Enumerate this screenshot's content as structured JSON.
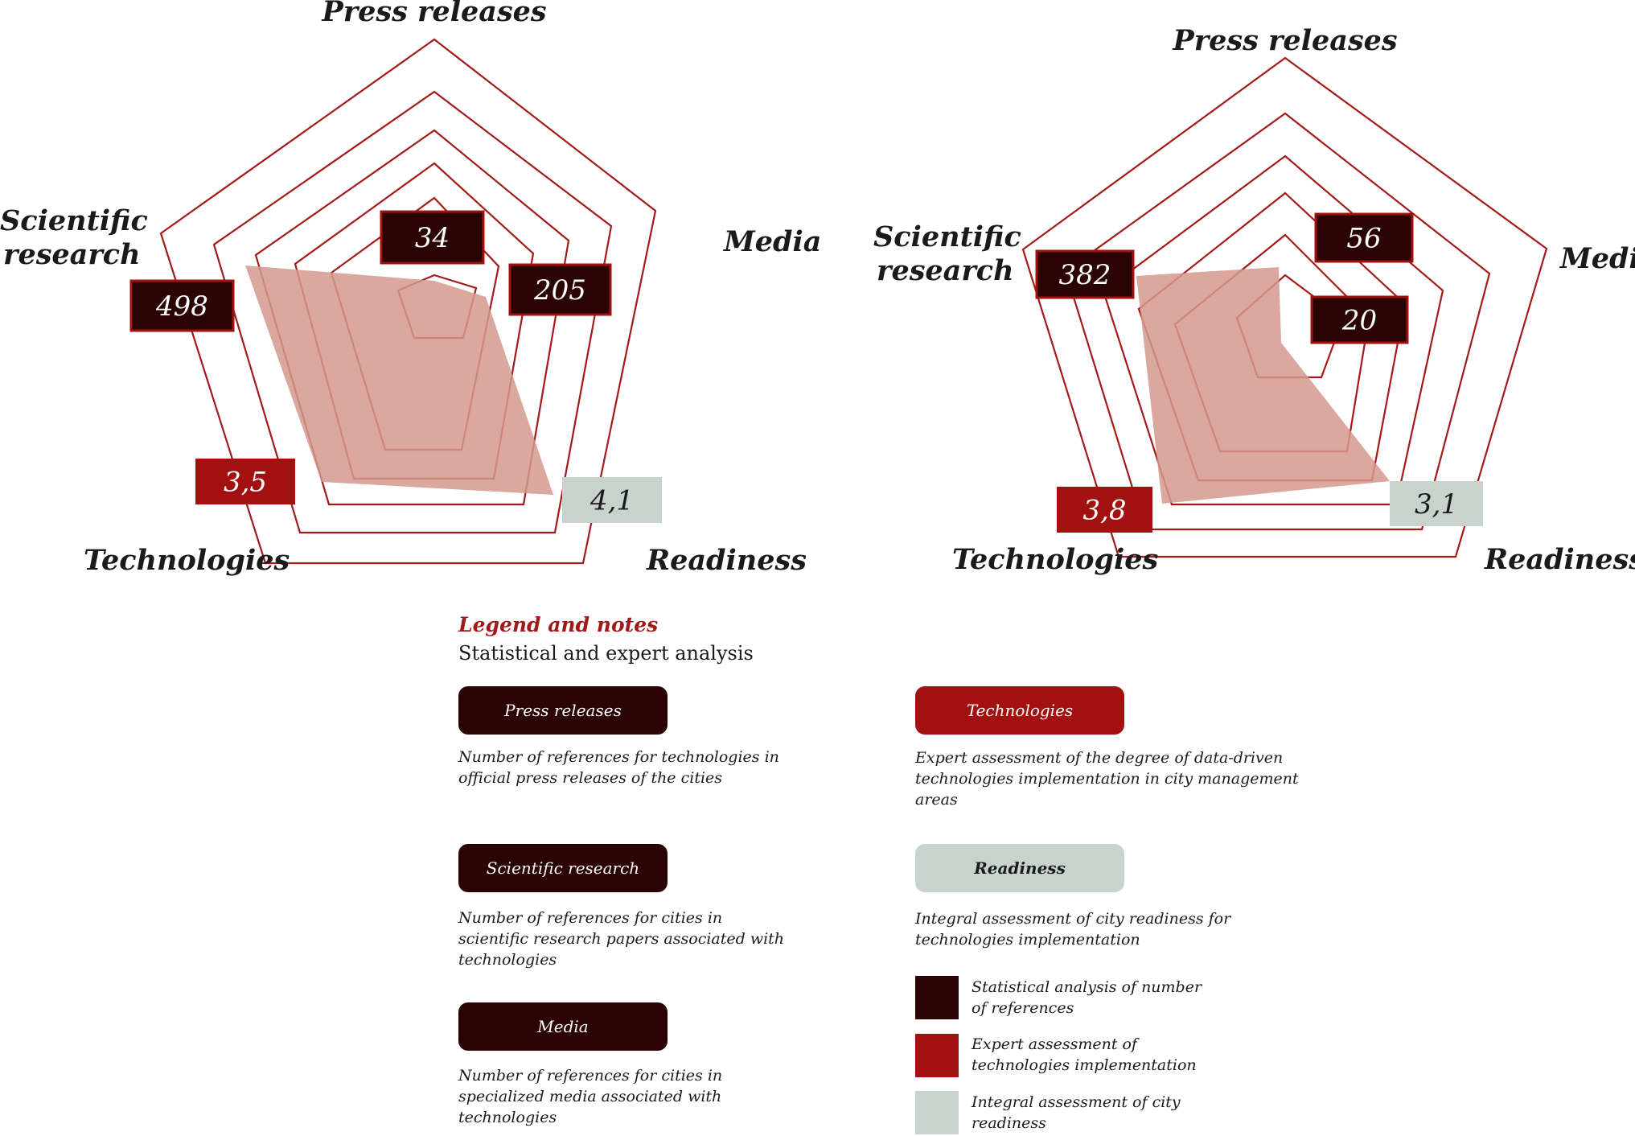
{
  "chart_data": [
    {
      "type": "radar",
      "axes": [
        "Press releases",
        "Media",
        "Readiness",
        "Technologies",
        "Scientific research"
      ],
      "values": {
        "Press releases": 34,
        "Media": 205,
        "Readiness": 4.1,
        "Technologies": 3.5,
        "Scientific research": 498
      },
      "value_labels": [
        "34",
        "205",
        "4,1",
        "3,5",
        "498"
      ],
      "value_kinds": [
        "stat",
        "stat",
        "readiness",
        "expert",
        "stat"
      ],
      "rings": 6
    },
    {
      "type": "radar",
      "axes": [
        "Press releases",
        "Media",
        "Readiness",
        "Technologies",
        "Scientific research"
      ],
      "values": {
        "Press releases": 56,
        "Media": 20,
        "Readiness": 3.1,
        "Technologies": 3.8,
        "Scientific research": 382
      },
      "value_labels": [
        "56",
        "20",
        "3,1",
        "3,8",
        "382"
      ],
      "value_kinds": [
        "stat",
        "stat",
        "readiness",
        "expert",
        "stat"
      ],
      "rings": 6
    }
  ],
  "colors": {
    "grid": "#a31a1a",
    "area": "#d4998d",
    "stat": "#2b0303",
    "expert": "#a31010",
    "readiness": "#c7d3cc",
    "legend_title": "#a11a1a"
  },
  "legend": {
    "title": "Legend and notes",
    "subtitle": "Statistical and expert analysis",
    "items": [
      {
        "label": "Press releases",
        "desc": "Number of references for technologies in official press releases of the cities"
      },
      {
        "label": "Scientific research",
        "desc": "Number of references for cities in scientific research papers associated with technologies"
      },
      {
        "label": "Media",
        "desc": "Number of references for cities in specialized media associated with technologies"
      },
      {
        "label": "Technologies",
        "desc": "Expert assessment of the degree of data-driven technologies implementation in city management areas"
      },
      {
        "label": "Readiness",
        "desc": "Integral assessment of city readiness for technologies implementation"
      }
    ],
    "keys": [
      {
        "text": "Statistical analysis of number of references"
      },
      {
        "text": "Expert assessment of technologies implementation"
      },
      {
        "text": "Integral assessment of city readiness"
      }
    ]
  }
}
